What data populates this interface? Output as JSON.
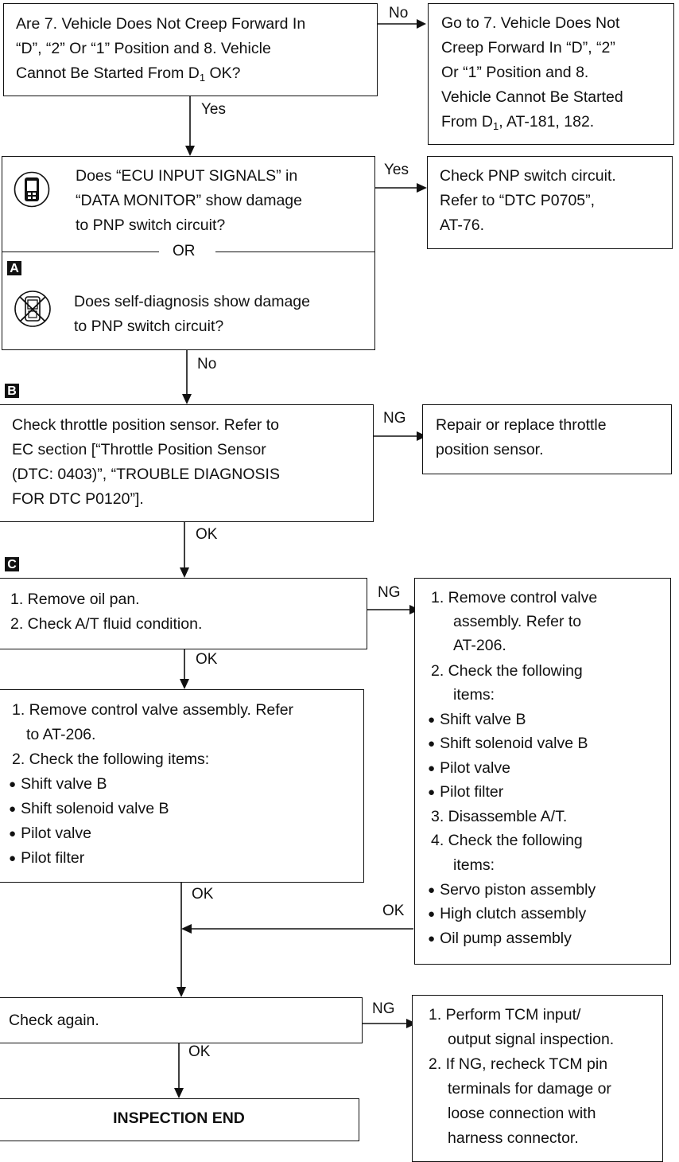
{
  "q1": {
    "l1": "Are 7. Vehicle Does Not Creep Forward In",
    "l2": "“D”, “2” Or “1” Position and 8. Vehicle",
    "l3a": "Cannot Be Started From D",
    "l3sub": "1",
    "l3b": " OK?"
  },
  "r1": {
    "l1": "Go to 7. Vehicle Does Not",
    "l2": "Creep Forward In “D”, “2”",
    "l3": "Or “1” Position and 8.",
    "l4": "Vehicle Cannot Be Started",
    "l5a": "From D",
    "l5sub": "1",
    "l5b": ", AT-181, 182."
  },
  "q2": {
    "a1": "Does “ECU INPUT SIGNALS” in",
    "a2": "“DATA MONITOR” show damage",
    "a3": "to PNP switch circuit?",
    "or": "OR",
    "letter": "A",
    "b1": "Does self-diagnosis show damage",
    "b2": "to PNP switch circuit?"
  },
  "r2": {
    "l1": "Check PNP switch circuit.",
    "l2": "Refer to “DTC P0705”,",
    "l3": "AT-76."
  },
  "letterB": "B",
  "q3": {
    "l1": "Check throttle position sensor. Refer to",
    "l2": "EC section [“Throttle Position Sensor",
    "l3": "(DTC: 0403)”, “TROUBLE DIAGNOSIS",
    "l4": "FOR DTC P0120”]."
  },
  "r3": {
    "l1": "Repair or replace throttle",
    "l2": "position sensor."
  },
  "letterC": "C",
  "q4": {
    "l1": "1. Remove oil pan.",
    "l2": "2. Check A/T fluid condition."
  },
  "r4": {
    "items": [
      "1. Remove control valve",
      "assembly. Refer to",
      "AT-206.",
      "2. Check the following",
      "items:",
      "Shift valve B",
      "Shift solenoid valve B",
      "Pilot valve",
      "Pilot filter",
      "3. Disassemble A/T.",
      "4. Check the following",
      "items:",
      "Servo piston assembly",
      "High clutch assembly",
      "Oil pump assembly"
    ]
  },
  "q5": {
    "items": [
      "1. Remove control valve assembly. Refer",
      "to AT-206.",
      "2. Check the following items:",
      "Shift valve B",
      "Shift solenoid valve B",
      "Pilot valve",
      "Pilot filter"
    ]
  },
  "q6": {
    "l1": "Check again."
  },
  "r6": {
    "items": [
      "1. Perform TCM input/",
      "output signal inspection.",
      "2. If NG, recheck TCM pin",
      "terminals for damage or",
      "loose connection with",
      "harness connector."
    ]
  },
  "end": "INSPECTION END",
  "labels": {
    "no1": "No",
    "yes1": "Yes",
    "yes2": "Yes",
    "no2": "No",
    "ng1": "NG",
    "ok1": "OK",
    "ng2": "NG",
    "ok2": "OK",
    "ok3": "OK",
    "ok4": "OK",
    "ng3": "NG",
    "ok5": "OK"
  },
  "icons": {
    "consult": "handheld-tester-icon",
    "no_tester": "no-tester-icon"
  }
}
